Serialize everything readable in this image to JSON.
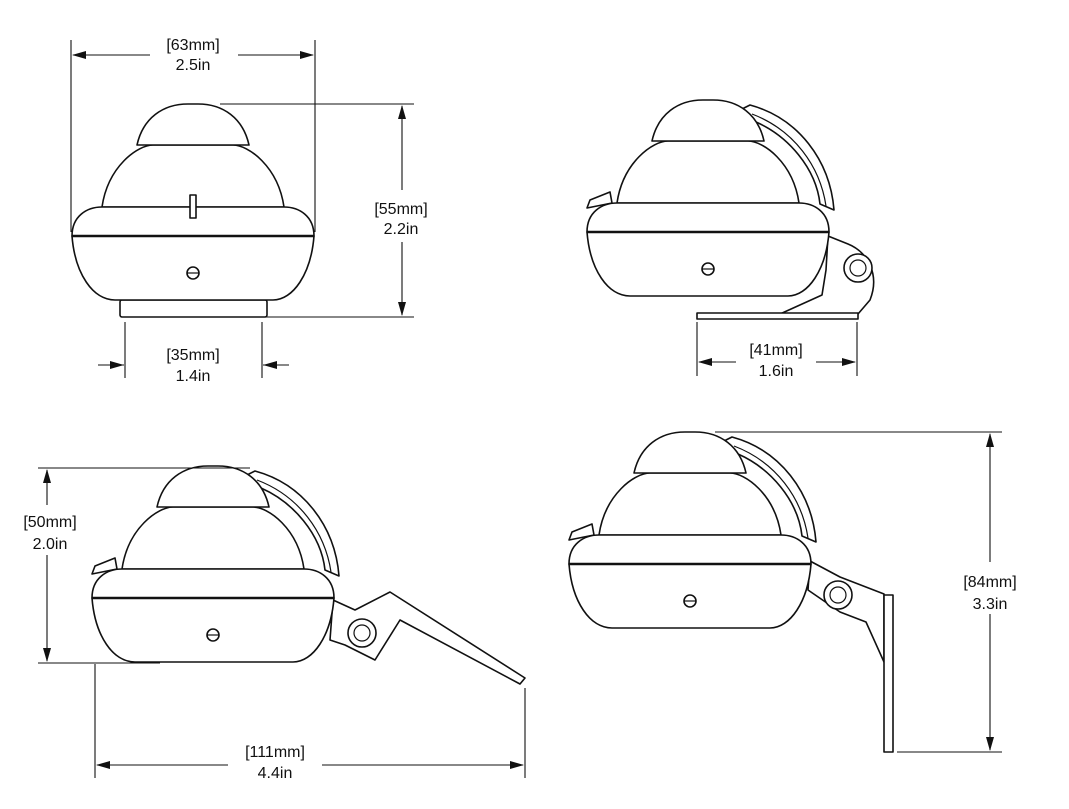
{
  "title": "Compass dimension drawing",
  "views": {
    "front": {
      "width_mm": "[63mm]",
      "width_in": "2.5in",
      "height_mm": "[55mm]",
      "height_in": "2.2in",
      "base_mm": "[35mm]",
      "base_in": "1.4in"
    },
    "side_flat": {
      "base_mm": "[41mm]",
      "base_in": "1.6in"
    },
    "side_angled": {
      "height_mm": "[50mm]",
      "height_in": "2.0in",
      "length_mm": "[111mm]",
      "length_in": "4.4in"
    },
    "side_vertical": {
      "height_mm": "[84mm]",
      "height_in": "3.3in"
    }
  },
  "colors": {
    "line": "#111111",
    "background": "#ffffff"
  }
}
